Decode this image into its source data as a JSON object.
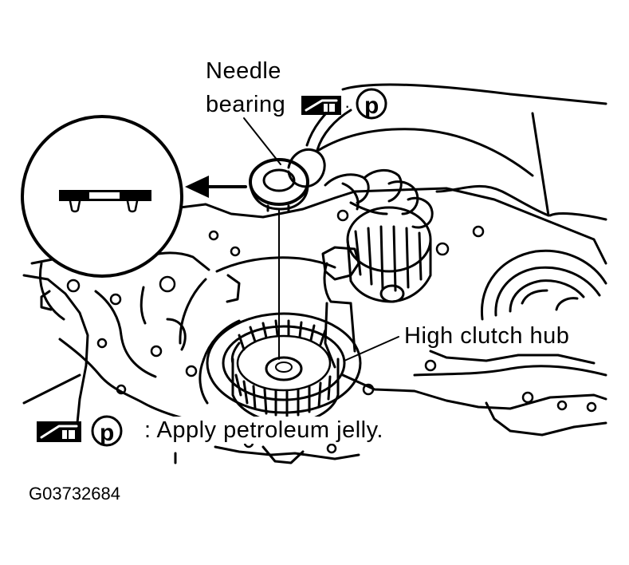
{
  "labels": {
    "needle_bearing_line1": "Needle",
    "needle_bearing_line2": "bearing",
    "high_clutch_hub": "High clutch hub",
    "legend_text": ": Apply petroleum jelly.",
    "petroleum_symbol": "p",
    "figure_code": "G03732684"
  },
  "colors": {
    "ink": "#000000",
    "paper": "#ffffff"
  },
  "icons": [
    "petroleum-jelly-icon",
    "petroleum-p-icon",
    "arrow-left-icon"
  ]
}
